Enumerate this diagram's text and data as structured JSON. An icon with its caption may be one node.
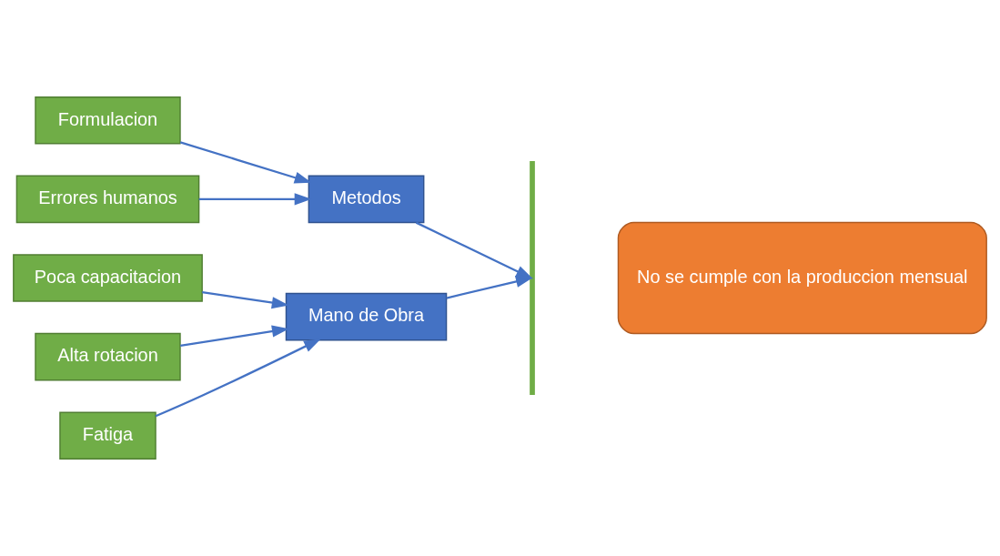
{
  "diagram": {
    "nodes": [
      {
        "text": [
          "Mano de Obra"
        ]
      },
      {
        "text": [
          "Poca capacitacion"
        ]
      },
      {
        "text": [
          "Alta rotacion"
        ]
      },
      {
        "text": [
          "Fatiga"
        ]
      },
      {
        "text": [
          "Formulacion"
        ]
      },
      {
        "text": [
          "Errores humanos"
        ]
      },
      {
        "text": [
          "Metodos"
        ]
      },
      {
        "text": [],
        "shape": "bar"
      },
      {
        "text": [
          "No se cumple con la produccion mensual"
        ]
      }
    ],
    "edges": [
      {
        "from": 1,
        "to": 0,
        "arrow": "to"
      },
      {
        "from": 2,
        "to": 0,
        "arrow": "to"
      },
      {
        "from": 3,
        "to": 0,
        "arrow": "to"
      },
      {
        "from": 0,
        "to": 7,
        "arrow": "to"
      },
      {
        "from": 4,
        "to": 6,
        "arrow": "to"
      },
      {
        "from": 5,
        "to": 6,
        "arrow": "to"
      },
      {
        "from": 6,
        "to": 7,
        "arrow": "to"
      }
    ]
  }
}
